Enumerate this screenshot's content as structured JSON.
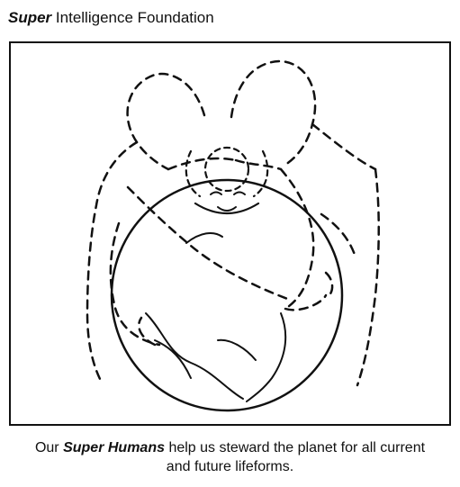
{
  "header": {
    "brand": "Super",
    "rest": "Intelligence Foundation"
  },
  "illustration": {
    "icon": "two-figures-hugging-earth-icon",
    "stroke_color": "#111111"
  },
  "caption": {
    "prefix": "Our ",
    "emphasis": "Super Humans",
    "line1_rest": " help us steward the planet for all current",
    "line2": "and future lifeforms."
  }
}
